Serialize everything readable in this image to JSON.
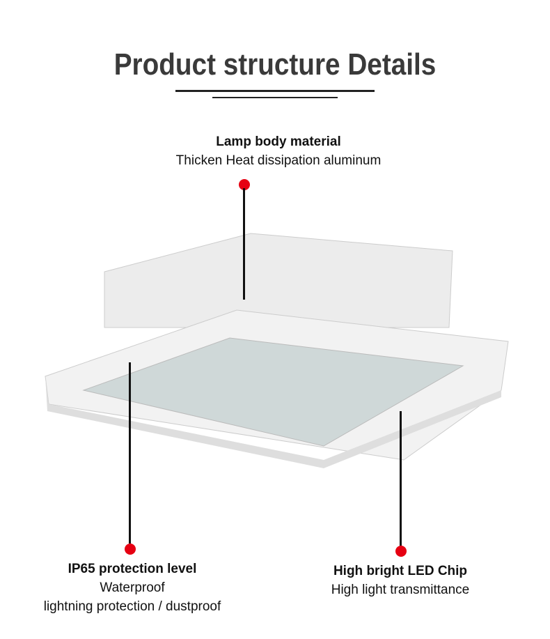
{
  "title": "Product structure Details",
  "features": [
    {
      "heading": "Lamp body material",
      "lines": [
        "Thicken Heat dissipation aluminum"
      ]
    },
    {
      "heading": "IP65 protection level",
      "lines": [
        "Waterproof",
        "lightning protection / dustproof"
      ]
    },
    {
      "heading": "High bright LED Chip",
      "lines": [
        "High light transmittance"
      ]
    }
  ],
  "colors": {
    "accent": "#e60012",
    "title": "#3a3a3a"
  }
}
